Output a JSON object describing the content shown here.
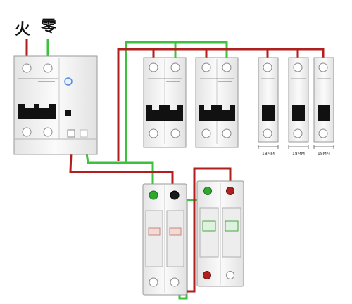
{
  "labels": {
    "live": "火",
    "neutral": "零",
    "module_widths": [
      "18MM",
      "18MM",
      "18MM"
    ]
  },
  "colors": {
    "live_wire": "#b01e1e",
    "neutral_wire": "#3cc23c",
    "device_body": "#f1f1f1",
    "device_edge": "#9a9a9a",
    "toggle": "#111111",
    "window": "#dff2df"
  },
  "devices": [
    {
      "id": "main-breaker",
      "kind": "2-pole breaker with leakage test"
    },
    {
      "id": "branch-breaker-1",
      "kind": "2-pole breaker"
    },
    {
      "id": "branch-breaker-2",
      "kind": "2-pole breaker"
    },
    {
      "id": "single-breaker-1",
      "kind": "1-pole breaker"
    },
    {
      "id": "single-breaker-2",
      "kind": "1-pole breaker"
    },
    {
      "id": "single-breaker-3",
      "kind": "1-pole breaker"
    },
    {
      "id": "fuse-disconnector",
      "kind": "2-pole fuse holder"
    },
    {
      "id": "surge-protector",
      "kind": "2-pole surge arrester"
    }
  ]
}
